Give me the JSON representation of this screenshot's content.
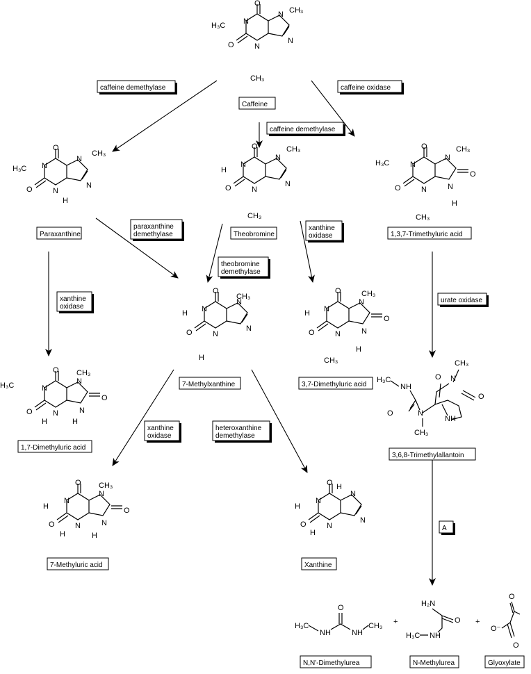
{
  "compounds": {
    "caffeine": "Caffeine",
    "paraxanthine": "Paraxanthine",
    "theobromine": "Theobromine",
    "trimethyluric": "1,3,7-Trimethyluric acid",
    "methylxanthine7": "7-Methylxanthine",
    "dimethyluric37": "3,7-Dimethyluric acid",
    "dimethyluric17": "1,7-Dimethyluric acid",
    "trimethylallantoin": "3,6,8-Trimethylallantoin",
    "methyluric7": "7-Methyluric acid",
    "xanthine": "Xanthine",
    "dimethylurea": "N,N'-Dimethylurea",
    "methylurea": "N-Methylurea",
    "glyoxylate": "Glyoxylate"
  },
  "enzymes": {
    "e1": [
      "caffeine demethylase"
    ],
    "e2": [
      "caffeine oxidase"
    ],
    "e3": [
      "caffeine demethylase"
    ],
    "e4": [
      "paraxanthine",
      "demethylase"
    ],
    "e5": [
      "xanthine",
      "oxidase"
    ],
    "e6": [
      "theobromine",
      "demethylase"
    ],
    "e7": [
      "xanthine",
      "oxidase"
    ],
    "e8": [
      "urate oxidase"
    ],
    "e9": [
      "xanthine",
      "oxidase"
    ],
    "e10": [
      "heteroxanthine",
      "demethylase"
    ],
    "e11": [
      "A"
    ]
  },
  "atoms": {
    "O": "O",
    "N": "N",
    "NH": "NH",
    "H": "H",
    "H3C": "H₃C",
    "CH3": "CH₃",
    "H2N": "H₂N",
    "Ominus": "O⁻"
  },
  "plus": "+"
}
